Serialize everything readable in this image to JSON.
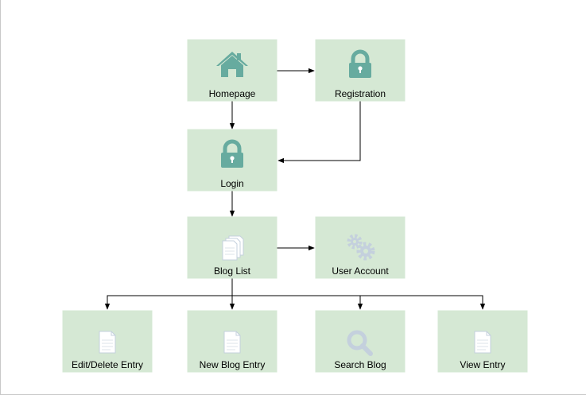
{
  "diagram": {
    "colors": {
      "node_fill": "#d5e8d4",
      "icon_dark": "#67ab9f",
      "icon_light": "#ffffff",
      "icon_faint": "#c4d0dd",
      "edge": "#000000"
    },
    "nodes": [
      {
        "id": "homepage",
        "label": "Homepage",
        "icon": "home-icon"
      },
      {
        "id": "registration",
        "label": "Registration",
        "icon": "lock-icon"
      },
      {
        "id": "login",
        "label": "Login",
        "icon": "lock-icon"
      },
      {
        "id": "blog_list",
        "label": "Blog List",
        "icon": "documents-icon"
      },
      {
        "id": "user_account",
        "label": "User Account",
        "icon": "gears-icon"
      },
      {
        "id": "edit_delete_entry",
        "label": "Edit/Delete Entry",
        "icon": "document-icon"
      },
      {
        "id": "new_blog_entry",
        "label": "New Blog Entry",
        "icon": "document-icon"
      },
      {
        "id": "search_blog",
        "label": "Search Blog",
        "icon": "search-icon"
      },
      {
        "id": "view_entry",
        "label": "View Entry",
        "icon": "document-icon"
      }
    ],
    "edges": [
      {
        "from": "homepage",
        "to": "registration"
      },
      {
        "from": "homepage",
        "to": "login"
      },
      {
        "from": "registration",
        "to": "login"
      },
      {
        "from": "login",
        "to": "blog_list"
      },
      {
        "from": "blog_list",
        "to": "user_account"
      },
      {
        "from": "blog_list",
        "to": "edit_delete_entry"
      },
      {
        "from": "blog_list",
        "to": "new_blog_entry"
      },
      {
        "from": "blog_list",
        "to": "search_blog"
      },
      {
        "from": "blog_list",
        "to": "view_entry"
      }
    ]
  }
}
